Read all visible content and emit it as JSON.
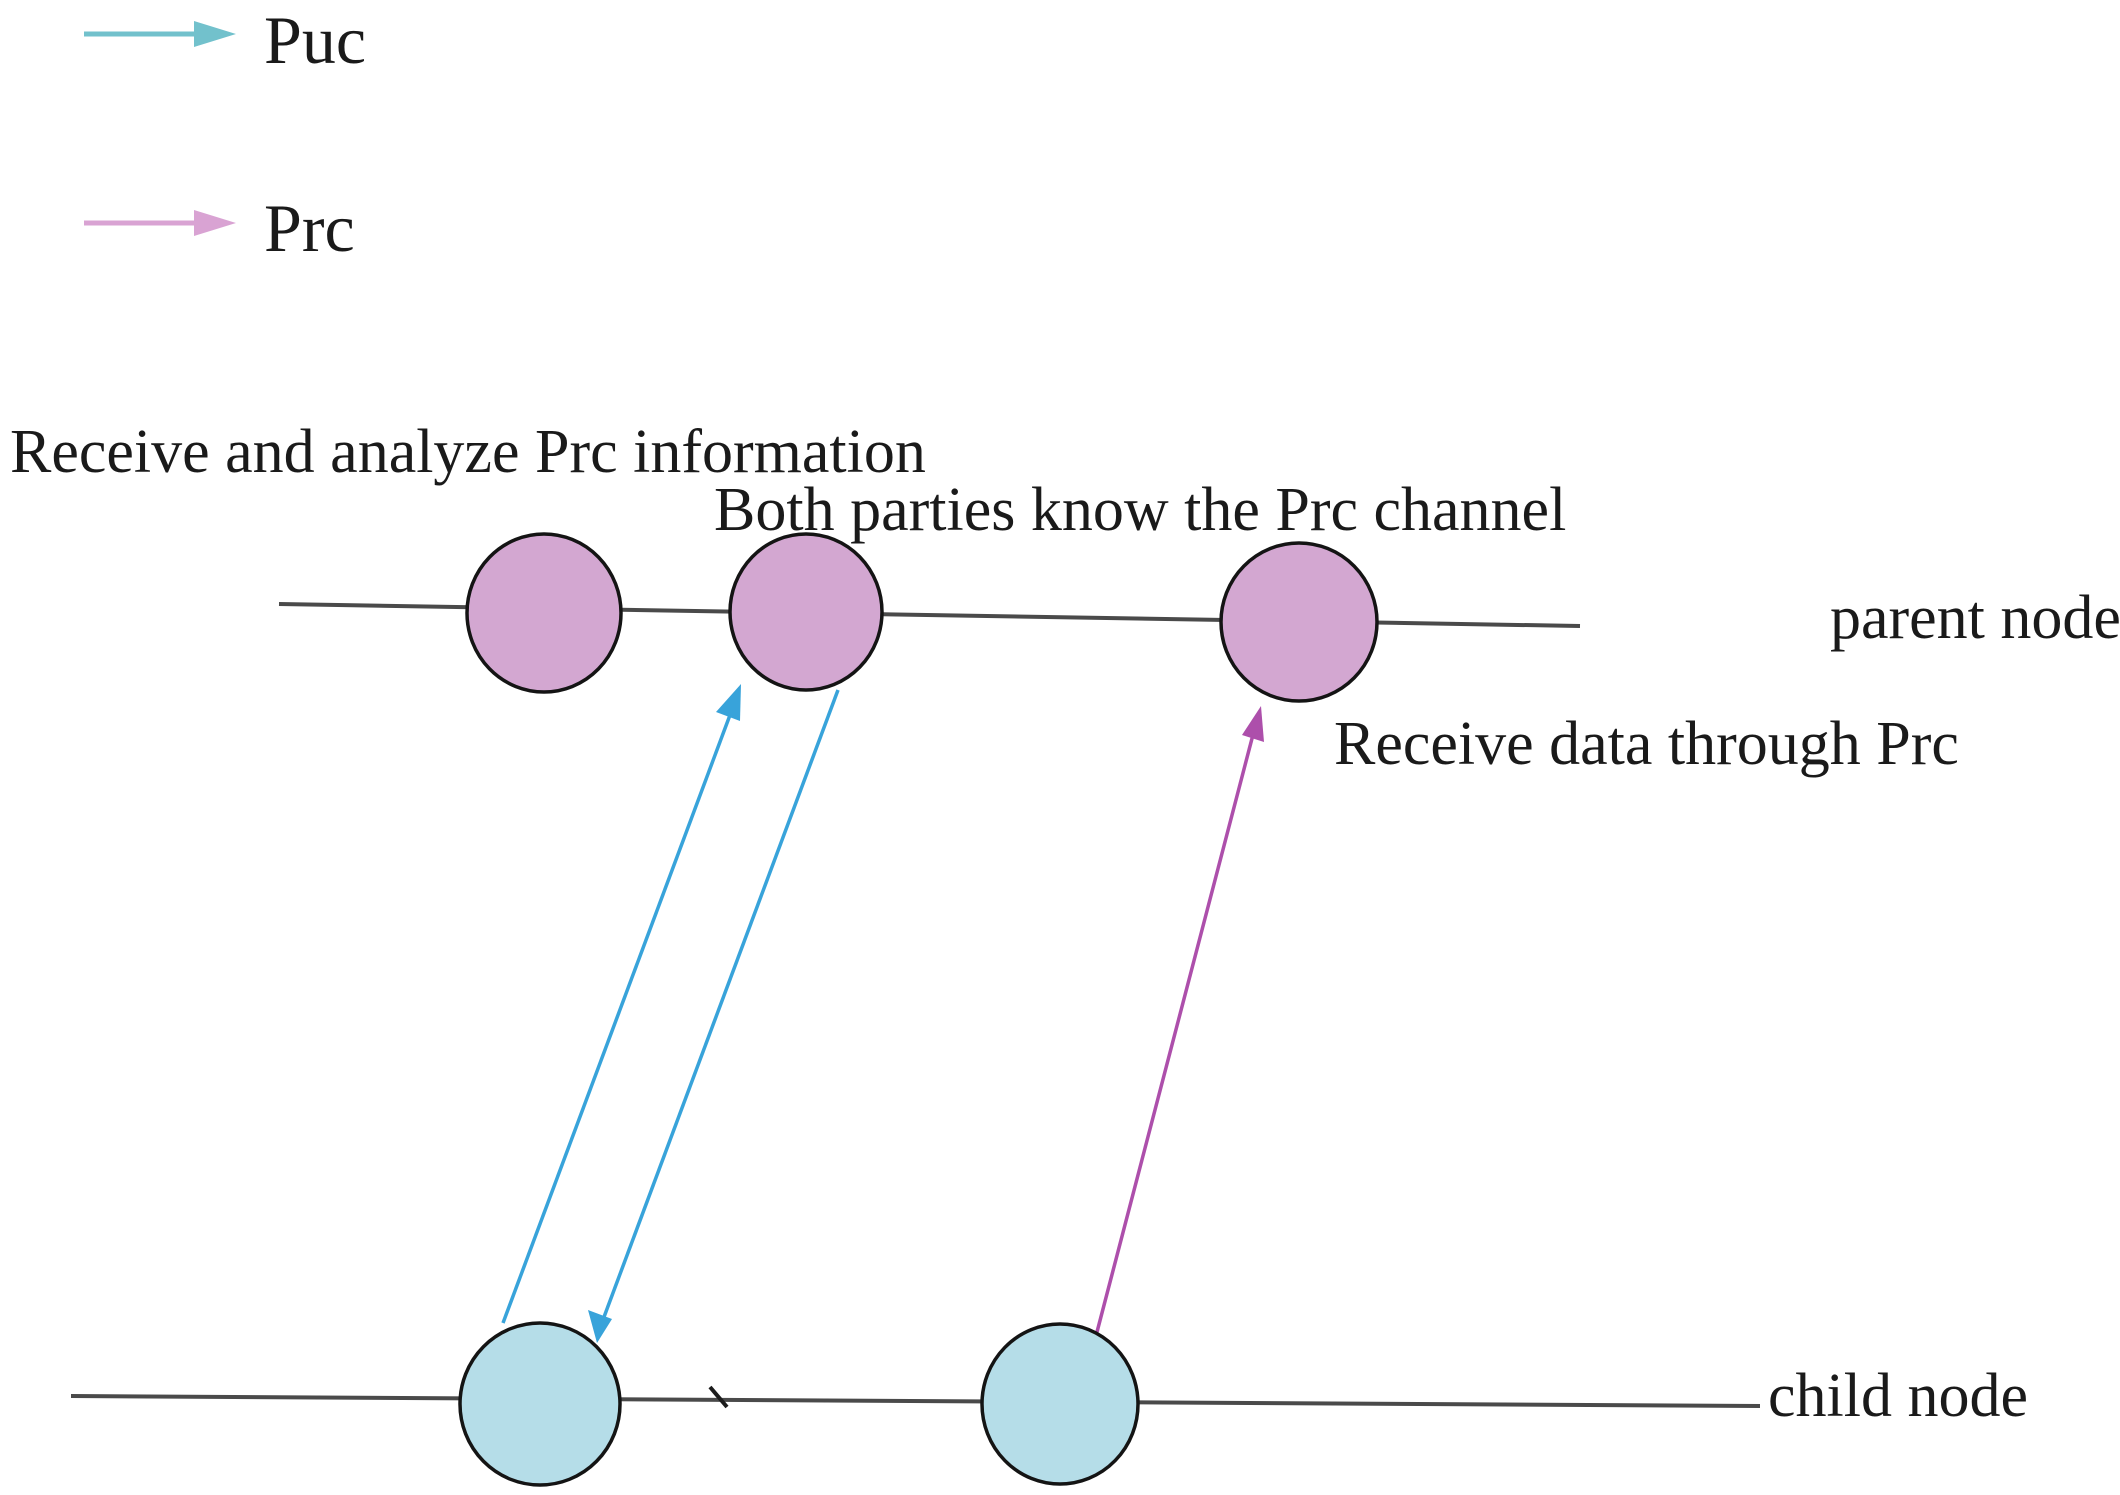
{
  "title": "Puc / Prc parent-child node communication diagram",
  "legend": {
    "items": [
      {
        "label": "Puc",
        "color": "#72c1cc"
      },
      {
        "label": "Prc",
        "color": "#d9a3d3"
      }
    ]
  },
  "annotations": {
    "receive_analyze": "Receive and analyze Prc information",
    "both_parties": "Both parties know the Prc channel",
    "receive_data": "Receive data through Prc"
  },
  "lanes": {
    "parent": {
      "label": "parent node",
      "node_count": 3
    },
    "child": {
      "label": "child node",
      "node_count": 2
    }
  },
  "arrows": [
    {
      "type": "Puc",
      "direction": "child-to-parent",
      "between": [
        "child-node-1",
        "parent-node-2"
      ]
    },
    {
      "type": "Puc",
      "direction": "parent-to-child",
      "between": [
        "parent-node-2",
        "child-node-1"
      ]
    },
    {
      "type": "Prc",
      "direction": "child-to-parent",
      "between": [
        "child-node-2",
        "parent-node-3"
      ]
    }
  ],
  "colors": {
    "puc_arrow": "#38a3da",
    "prc_arrow": "#ad4fab",
    "legend_puc": "#72c1cc",
    "legend_prc": "#d9a3d3",
    "parent_node_fill": "#d3a7d1",
    "child_node_fill": "#b5dde8",
    "node_stroke": "#141414",
    "timeline": "#4a4a4a",
    "tick": "#1c1c1c",
    "text": "#1a1a1a"
  }
}
